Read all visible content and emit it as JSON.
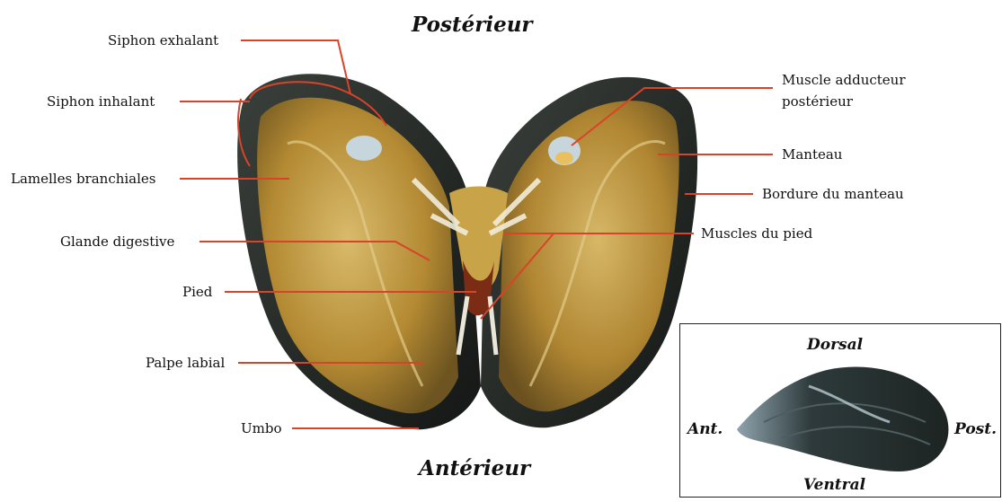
{
  "title_top": "Postérieur",
  "title_bottom": "Antérieur",
  "labels": {
    "siphon_exhalant": "Siphon exhalant",
    "siphon_inhalant": "Siphon inhalant",
    "lamelles": "Lamelles branchiales",
    "glande": "Glande digestive",
    "pied": "Pied",
    "palpe": "Palpe labial",
    "umbo": "Umbo",
    "muscle_adducteur_1": "Muscle adducteur",
    "muscle_adducteur_2": "postérieur",
    "manteau": "Manteau",
    "bordure": "Bordure du manteau",
    "muscles_pied": "Muscles du pied"
  },
  "inset": {
    "dorsal": "Dorsal",
    "ventral": "Ventral",
    "ant": "Ant.",
    "post": "Post."
  },
  "colors": {
    "leader_line": "#d8432a",
    "shell_dark": "#1f2320",
    "flesh": "#c9a24a"
  }
}
